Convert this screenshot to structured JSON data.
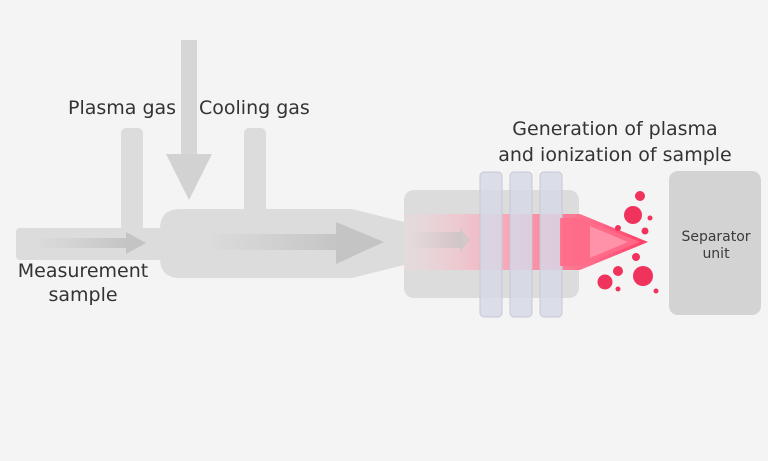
{
  "labels": {
    "plasma_gas": "Plasma gas",
    "cooling_gas": "Cooling gas",
    "measurement_sample": [
      "Measurement",
      "sample"
    ],
    "generation": [
      "Generation of plasma",
      "and ionization of sample"
    ],
    "separator_unit": [
      "Separator",
      "unit"
    ]
  },
  "colors": {
    "background": "#f4f4f4",
    "tube": "#dcdcdc",
    "arrow": "#c9c9c9",
    "coil": "#d6d8e6",
    "plasma": "#ff5c7e",
    "ions": "#f0335c",
    "separator": "#d3d3d3",
    "text": "#333333"
  },
  "icons": {
    "flow_arrow": "right-arrow-icon",
    "cooling_inlet": "down-arrow-icon",
    "ion": "circle-icon"
  }
}
